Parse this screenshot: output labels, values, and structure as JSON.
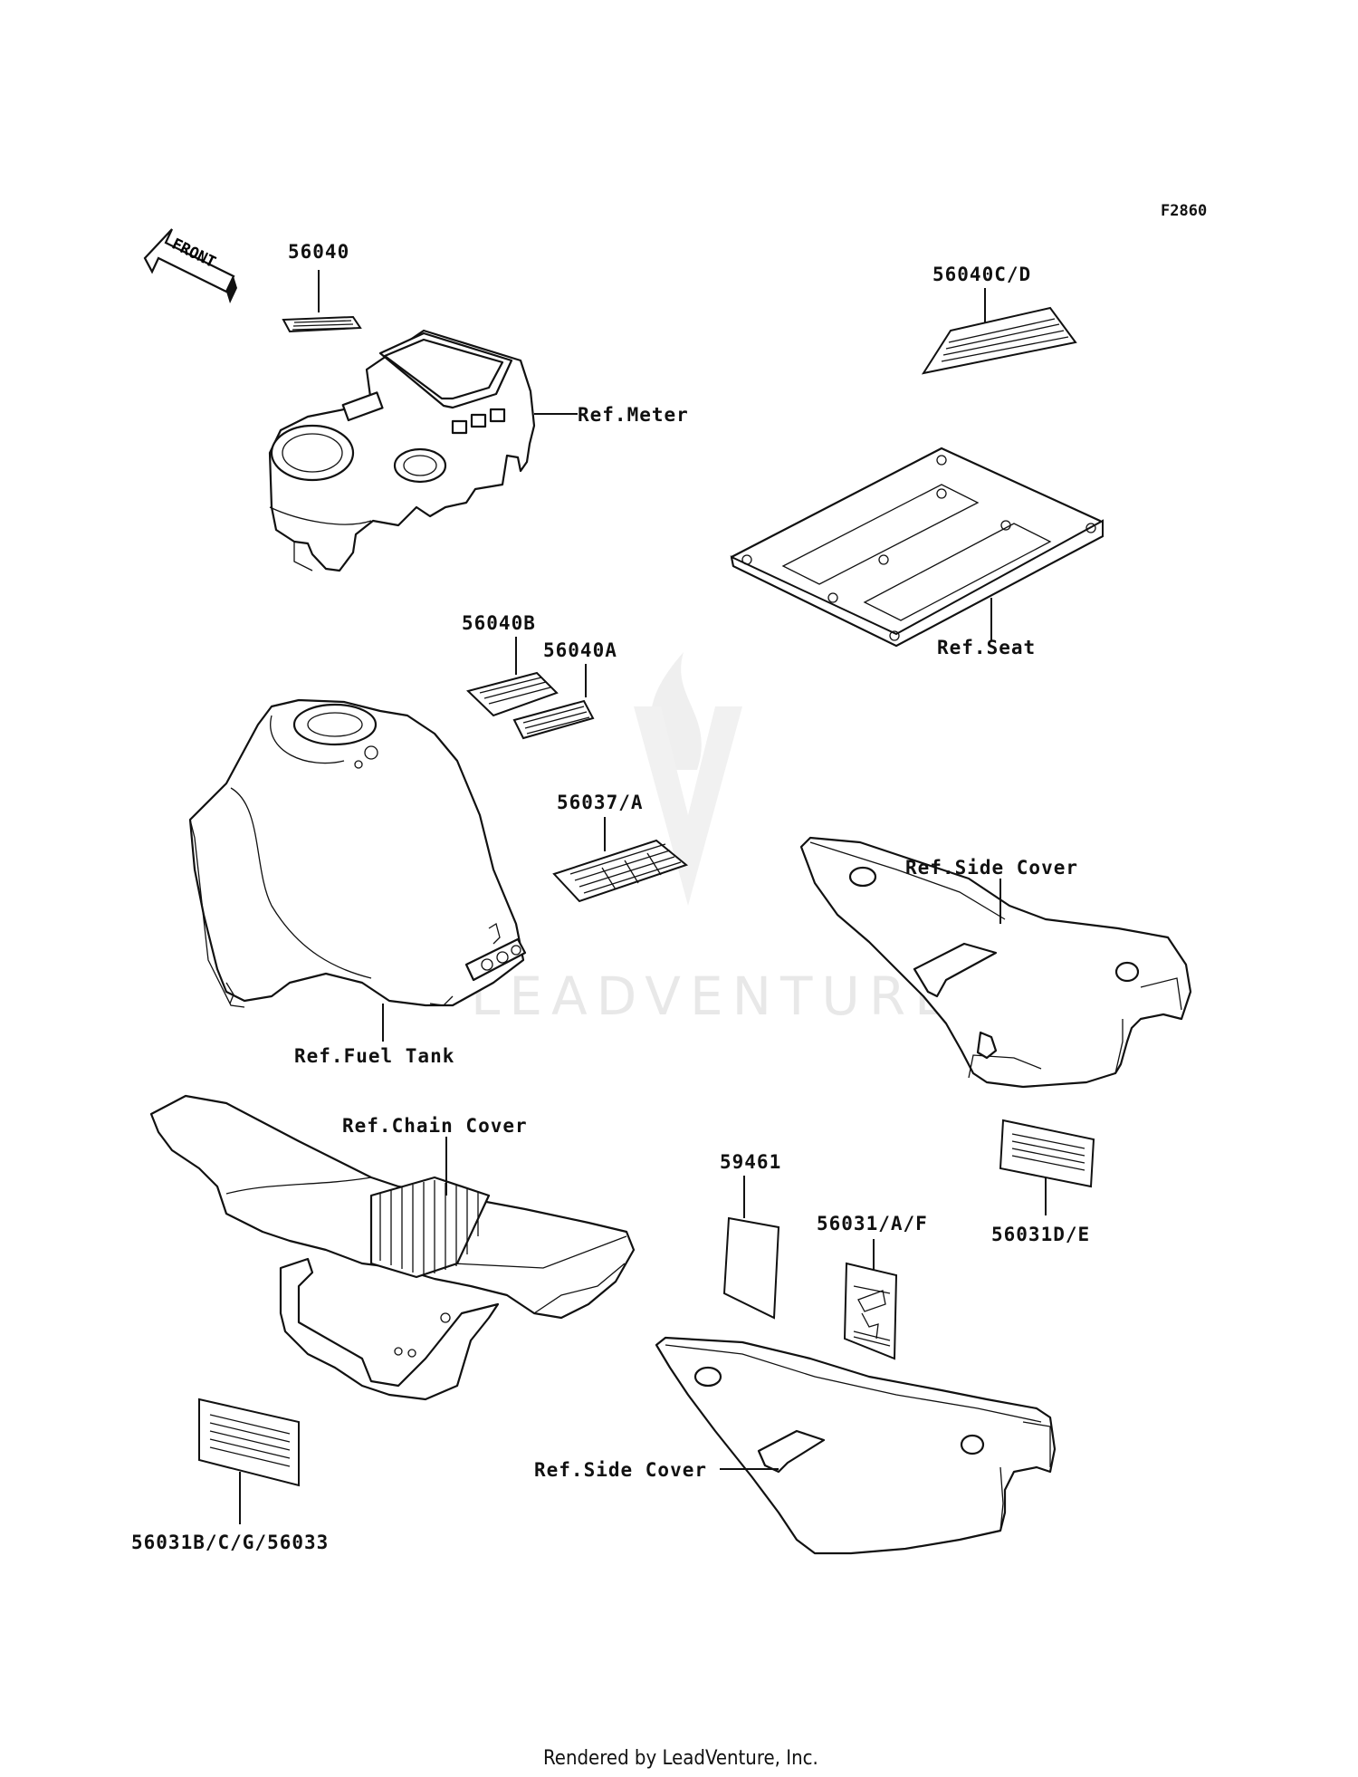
{
  "figure_number": "F2860",
  "front_arrow": {
    "label": "FRONT"
  },
  "watermark": {
    "text": "LEADVENTURE"
  },
  "labels": {
    "p56040": "56040",
    "ref_meter": "Ref.Meter",
    "p56040cd": "56040C/D",
    "ref_seat": "Ref.Seat",
    "p56040b": "56040B",
    "p56040a": "56040A",
    "p56037a": "56037/A",
    "ref_fuel_tank": "Ref.Fuel Tank",
    "ref_side_cover_right": "Ref.Side Cover",
    "p56031de": "56031D/E",
    "ref_chain_cover": "Ref.Chain Cover",
    "p56031bcg56033": "56031B/C/G/56033",
    "p59461": "59461",
    "p56031af": "56031/A/F",
    "ref_side_cover_lower": "Ref.Side Cover"
  },
  "footer": {
    "credit": "Rendered by LeadVenture, Inc."
  }
}
